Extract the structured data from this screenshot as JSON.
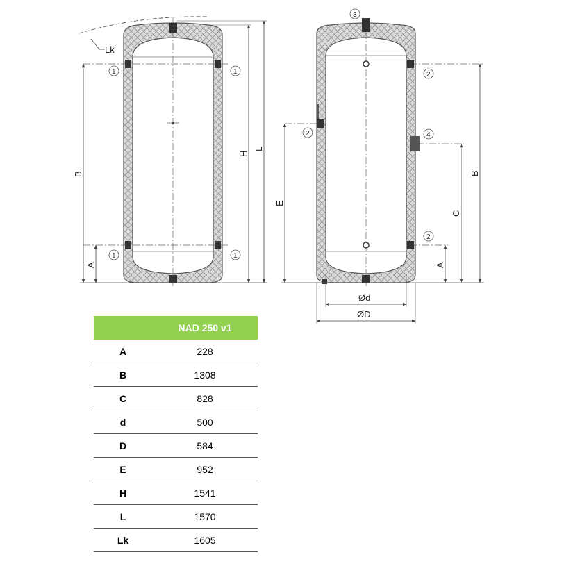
{
  "dimension_labels": {
    "A": "A",
    "B": "B",
    "C": "C",
    "E": "E",
    "H": "H",
    "L": "L",
    "Lk": "Lk",
    "d": "Ød",
    "D": "ØD"
  },
  "callouts": {
    "one": "1",
    "two": "2",
    "three": "3",
    "four": "4"
  },
  "table": {
    "model": "NAD 250 v1",
    "rows": [
      {
        "param": "A",
        "value": "228"
      },
      {
        "param": "B",
        "value": "1308"
      },
      {
        "param": "C",
        "value": "828"
      },
      {
        "param": "d",
        "value": "500"
      },
      {
        "param": "D",
        "value": "584"
      },
      {
        "param": "E",
        "value": "952"
      },
      {
        "param": "H",
        "value": "1541"
      },
      {
        "param": "L",
        "value": "1570"
      },
      {
        "param": "Lk",
        "value": "1605"
      }
    ]
  },
  "colors": {
    "accent": "#92d050",
    "insulation": "#d9d9d9",
    "tank": "#ffffff",
    "line": "#555555"
  }
}
